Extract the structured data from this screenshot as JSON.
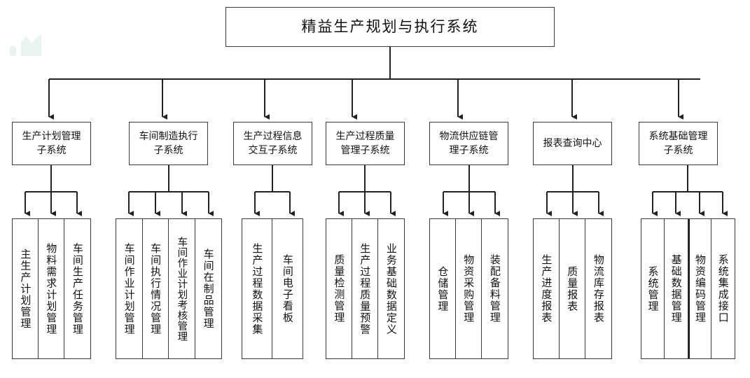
{
  "diagram": {
    "type": "org-tree",
    "title": "精益生产规划与执行系统",
    "root": {
      "label": "精益生产规划与执行系统"
    },
    "subsystems": [
      {
        "id": "production-planning",
        "label_line1": "生产计划管理",
        "label_line2": "子系统",
        "leaves": [
          "主生产计划管理",
          "物料需求计划管理",
          "车间生产任务管理"
        ]
      },
      {
        "id": "workshop-execution",
        "label_line1": "车间制造执行",
        "label_line2": "子系统",
        "leaves": [
          "车间作业计划管理",
          "车间执行情况管理",
          "车间作业计划考核管理",
          "车间在制品管理"
        ]
      },
      {
        "id": "process-information",
        "label_line1": "生产过程信息",
        "label_line2": "交互子系统",
        "leaves": [
          "生产过程数据采集",
          "车间电子看板"
        ]
      },
      {
        "id": "process-quality",
        "label_line1": "生产过程质量",
        "label_line2": "管理子系统",
        "leaves": [
          "质量检测管理",
          "生产过程质量预警",
          "业务基础数据定义"
        ]
      },
      {
        "id": "logistics-supply-chain",
        "label_line1": "物流供应链管",
        "label_line2": "理子系统",
        "leaves": [
          "仓储管理",
          "物资采购管理",
          "装配备料管理"
        ]
      },
      {
        "id": "report-query-center",
        "label_line1": "报表查询中心",
        "label_line2": "",
        "leaves": [
          "生产进度报表",
          "质量报表",
          "物流库存报表"
        ]
      },
      {
        "id": "system-foundation",
        "label_line1": "系统基础管理",
        "label_line2": "子系统",
        "leaves": [
          "系统管理",
          "基础数据管理",
          "物资编码管理",
          "系统集成接口"
        ]
      }
    ],
    "colors": {
      "border": "#3a3a3a",
      "text": "#111111",
      "background": "#ffffff",
      "watermark": "#e6f4ee"
    }
  }
}
